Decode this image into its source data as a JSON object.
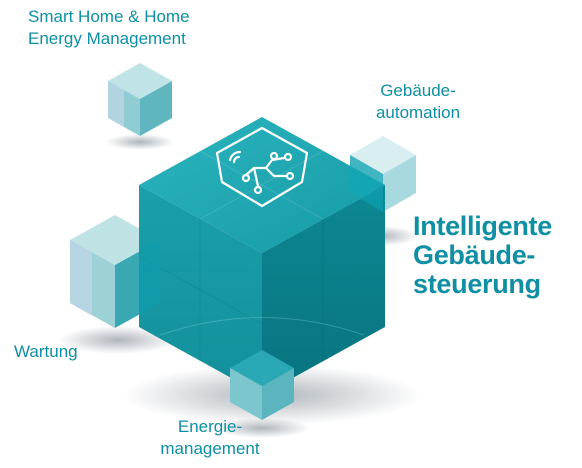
{
  "main_title": "Intelligente\nGebäude-\nsteuerung",
  "satellites": {
    "smart_home": "Smart Home & Home\nEnergy Management",
    "gebaeude": "Gebäude-\nautomation",
    "wartung": "Wartung",
    "energie": "Energie-\nmanagement"
  },
  "colors": {
    "accent": "#0e8fa3",
    "cube_top": "#1fa7b2",
    "cube_left": "#169aa4",
    "cube_right": "#0a7f8a"
  },
  "icon": "connected-circuit-icon"
}
